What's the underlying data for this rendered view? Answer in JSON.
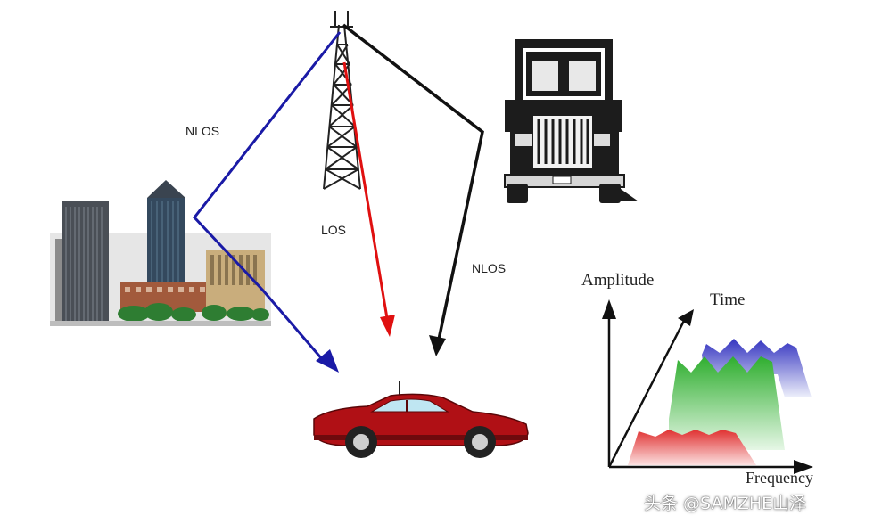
{
  "labels": {
    "nlos_left": "NLOS",
    "los": "LOS",
    "nlos_right": "NLOS"
  },
  "graph": {
    "y_label": "Amplitude",
    "z_label": "Time",
    "x_label": "Frequency"
  },
  "watermark": "头条 @SAMZHE山泽",
  "colors": {
    "nlos_blue_path": "#1a1aa6",
    "los_red_path": "#e01010",
    "nlos_black_path": "#111111",
    "car_body": "#b01015",
    "band_red": "#e04a4a",
    "band_green": "#3cb43c",
    "band_blue": "#3c3cc8"
  }
}
